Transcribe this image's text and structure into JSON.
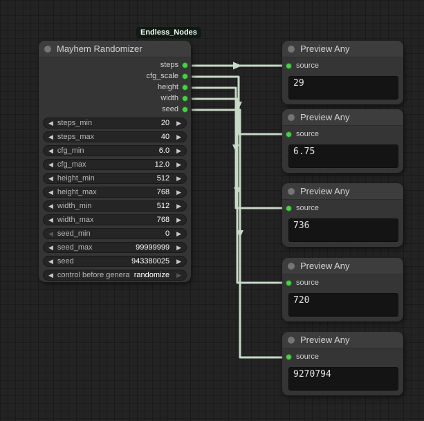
{
  "badge": {
    "label": "Endless_Nodes"
  },
  "icons": {
    "decrement": "◀",
    "increment": "▶"
  },
  "colors": {
    "canvas_bg": "#232323",
    "grid_line": "#1b1b1b",
    "node_body": "#353535",
    "node_header": "#3d3d3d",
    "wire": "#c7d9c7",
    "port_green": "#47cf47",
    "title_dot_gray": "#757575",
    "widget_bg": "#252525",
    "preview_text_bg": "#141414"
  },
  "mayhem": {
    "title": "Mayhem Randomizer",
    "outputs": [
      "steps",
      "cfg_scale",
      "height",
      "width",
      "seed"
    ],
    "widgets": [
      {
        "label": "steps_min",
        "value": "20"
      },
      {
        "label": "steps_max",
        "value": "40"
      },
      {
        "label": "cfg_min",
        "value": "6.0"
      },
      {
        "label": "cfg_max",
        "value": "12.0"
      },
      {
        "label": "height_min",
        "value": "512"
      },
      {
        "label": "height_max",
        "value": "768"
      },
      {
        "label": "width_min",
        "value": "512"
      },
      {
        "label": "width_max",
        "value": "768"
      },
      {
        "label": "seed_min",
        "value": "0",
        "left_arrow_disabled": true
      },
      {
        "label": "seed_max",
        "value": "99999999"
      },
      {
        "label": "seed",
        "value": "943380025"
      },
      {
        "label": "control before generate",
        "value": "randomize",
        "right_arrow_disabled": true
      }
    ]
  },
  "previews": [
    {
      "title": "Preview Any",
      "input_label": "source",
      "value": "29"
    },
    {
      "title": "Preview Any",
      "input_label": "source",
      "value": "6.75"
    },
    {
      "title": "Preview Any",
      "input_label": "source",
      "value": "736"
    },
    {
      "title": "Preview Any",
      "input_label": "source",
      "value": "720"
    },
    {
      "title": "Preview Any",
      "input_label": "source",
      "value": "9270794"
    }
  ]
}
